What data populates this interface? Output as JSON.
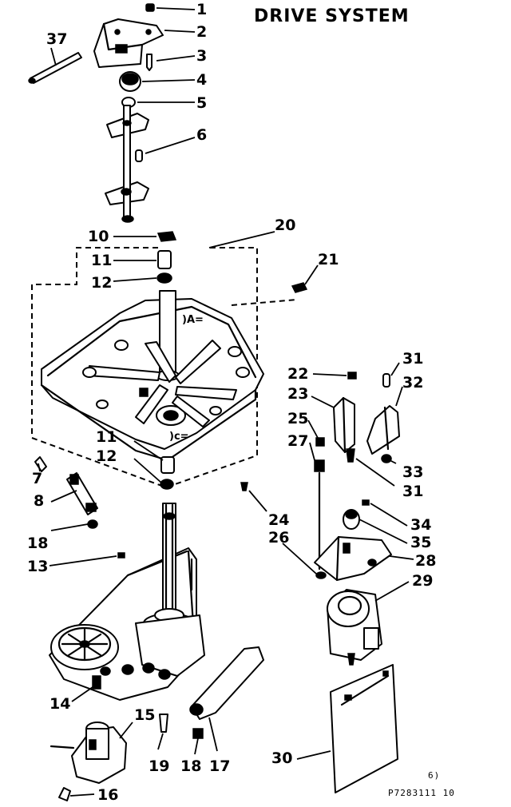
{
  "title": "DRIVE SYSTEM",
  "callouts": [
    {
      "id": "c1",
      "label": "1"
    },
    {
      "id": "c2",
      "label": "2"
    },
    {
      "id": "c3",
      "label": "3"
    },
    {
      "id": "c4",
      "label": "4"
    },
    {
      "id": "c5",
      "label": "5"
    },
    {
      "id": "c6",
      "label": "6"
    },
    {
      "id": "c37",
      "label": "37"
    },
    {
      "id": "c10",
      "label": "10"
    },
    {
      "id": "c11a",
      "label": "11"
    },
    {
      "id": "c12a",
      "label": "12"
    },
    {
      "id": "c20",
      "label": "20"
    },
    {
      "id": "c21",
      "label": "21"
    },
    {
      "id": "c22",
      "label": "22"
    },
    {
      "id": "c23",
      "label": "23"
    },
    {
      "id": "c31a",
      "label": "31"
    },
    {
      "id": "c32",
      "label": "32"
    },
    {
      "id": "c25",
      "label": "25"
    },
    {
      "id": "c27",
      "label": "27"
    },
    {
      "id": "c33",
      "label": "33"
    },
    {
      "id": "c31b",
      "label": "31"
    },
    {
      "id": "c11b",
      "label": "11"
    },
    {
      "id": "c12b",
      "label": "12"
    },
    {
      "id": "c7",
      "label": "7"
    },
    {
      "id": "c8",
      "label": "8"
    },
    {
      "id": "c18a",
      "label": "18"
    },
    {
      "id": "c13",
      "label": "13"
    },
    {
      "id": "c24",
      "label": "24"
    },
    {
      "id": "c26",
      "label": "26"
    },
    {
      "id": "c34",
      "label": "34"
    },
    {
      "id": "c35",
      "label": "35"
    },
    {
      "id": "c28",
      "label": "28"
    },
    {
      "id": "c29",
      "label": "29"
    },
    {
      "id": "c14",
      "label": "14"
    },
    {
      "id": "c15",
      "label": "15"
    },
    {
      "id": "c19",
      "label": "19"
    },
    {
      "id": "c18b",
      "label": "18"
    },
    {
      "id": "c17",
      "label": "17"
    },
    {
      "id": "c30",
      "label": "30"
    },
    {
      "id": "c16",
      "label": "16"
    }
  ],
  "footer": {
    "page": "6)",
    "code": "P7283111 10"
  }
}
